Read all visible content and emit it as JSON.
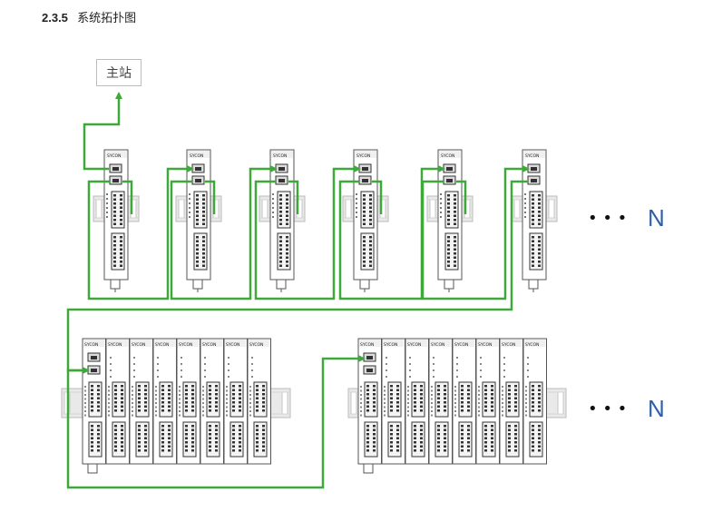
{
  "section": {
    "number": "2.3.5",
    "title": "系统拓扑图"
  },
  "master_label": "主站",
  "module_brand": "SYCON",
  "ellipsis": "• • •",
  "n_label": "N",
  "colors": {
    "cable": "#3ea83b",
    "rail": "#cfcfcf",
    "module_border": "#555555",
    "accent_n": "#2f5faa"
  }
}
